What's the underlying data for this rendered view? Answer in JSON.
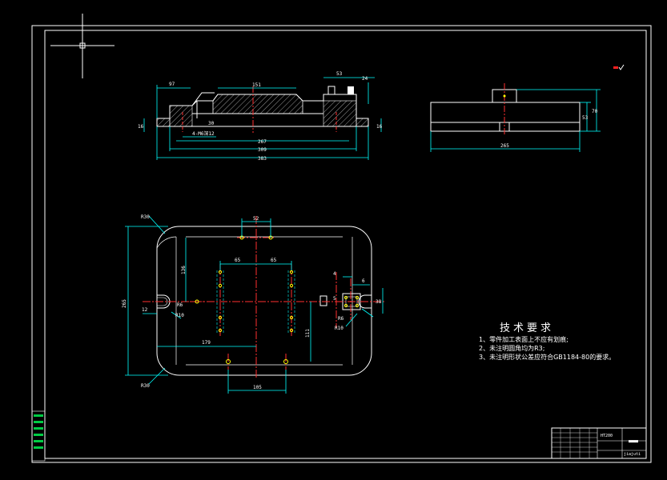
{
  "notes": {
    "title": "技术要求",
    "lines": [
      "1、零件加工表面上不应有划痕;",
      "2、未注明圆角均为R3;",
      "3、未注明形状公差应符合GB1184-80的要求。"
    ]
  },
  "title_block": {
    "material": "HT200",
    "drawing_no": "jiajuti",
    "scale_box": "■■■■"
  },
  "dims_top_view": {
    "d97": "97",
    "d151": "151",
    "d53": "53",
    "d24": "24",
    "d267": "267",
    "d309": "309",
    "d383": "383",
    "d16a": "16",
    "d16b": "16",
    "d30": "30",
    "thread": "4-M6深12"
  },
  "dims_side_view": {
    "d265": "265",
    "d53": "53",
    "d70": "70"
  },
  "dims_plan_view": {
    "r30a": "R30",
    "r30b": "R30",
    "d52": "52",
    "d65a": "65",
    "d65b": "65",
    "d265": "265",
    "d136": "136",
    "d12": "12",
    "d179": "179",
    "d105": "105",
    "d111": "111",
    "d4": "4",
    "d6": "6",
    "d5": "5",
    "d38": "38",
    "r10a": "R10",
    "r10b": "R10",
    "r6a": "R6",
    "r6b": "R6"
  },
  "colors": {
    "background": "#000000",
    "outline": "#ffffff",
    "dimension": "#00ffff",
    "centerline": "#ff3030",
    "hole": "#ffff00",
    "titleblock_accent": "#00cc44"
  }
}
